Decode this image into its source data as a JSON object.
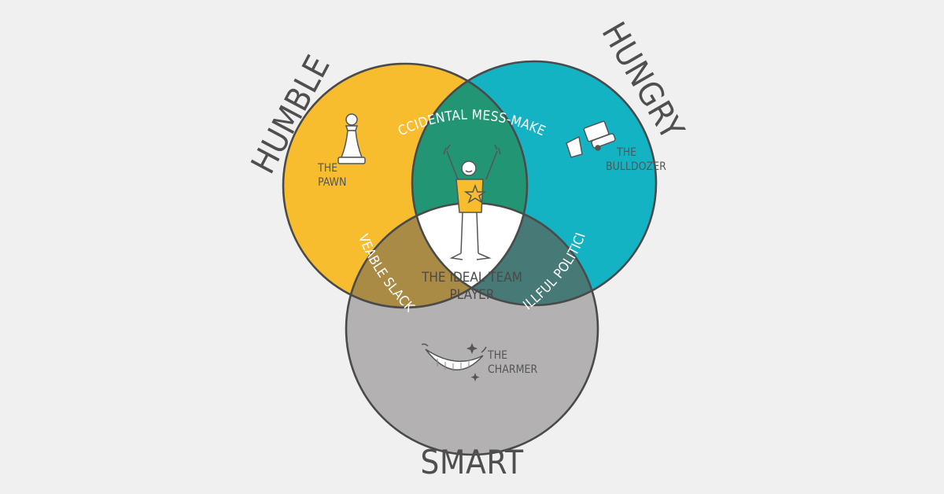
{
  "diagram": {
    "labels": {
      "humble": "HUMBLE",
      "hungry": "HUNGRY",
      "smart": "SMART"
    },
    "regions": {
      "humble_only": [
        "THE",
        "PAWN"
      ],
      "hungry_only": [
        "THE",
        "BULLDOZER"
      ],
      "smart_only": [
        "THE",
        "CHARMER"
      ],
      "humble_hungry": "ACCIDENTAL MESS-MAKER",
      "humble_smart": "LOVEABLE SLACKER",
      "hungry_smart": "SKILLFUL POLITICIAN",
      "all_three": [
        "THE IDEAL TEAM",
        "PLAYER"
      ]
    },
    "icons": {
      "humble": "chess-pawn-icon",
      "hungry": "bulldozer-icon",
      "smart": "smile-icon",
      "center": "team-player-figure-icon"
    },
    "colors": {
      "background": "#f0f0f0",
      "humble": "#f7bd2f",
      "hungry": "#14b3c3",
      "smart": "#b3b1b1",
      "humble_hungry": "#229674",
      "humble_smart": "#a98b45",
      "hungry_smart": "#477a77",
      "center": "#ffffff",
      "outline": "#4a4a4a",
      "text_dark": "#4f4f4f",
      "text_light": "#ffffff"
    }
  }
}
